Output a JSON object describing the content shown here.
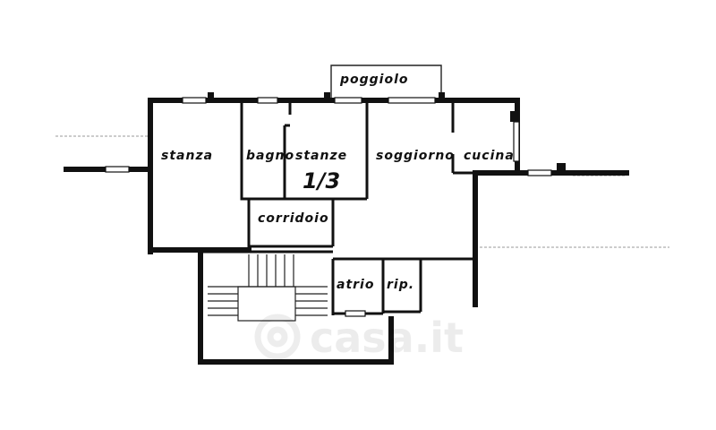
{
  "rooms": {
    "balcony": "poggiolo",
    "bedroom": "stanza",
    "bathroom": "bagno",
    "bedrooms_13": "stanze",
    "fraction": "1/3",
    "living": "soggiorno",
    "kitchen": "cucina",
    "corridor": "corridoio",
    "atrium": "atrio",
    "storage": "rip."
  },
  "watermark": {
    "text": "casa.it",
    "logo_icon": "casa-it-logo-icon"
  },
  "colors": {
    "walls": "#111111",
    "background": "#ffffff"
  }
}
